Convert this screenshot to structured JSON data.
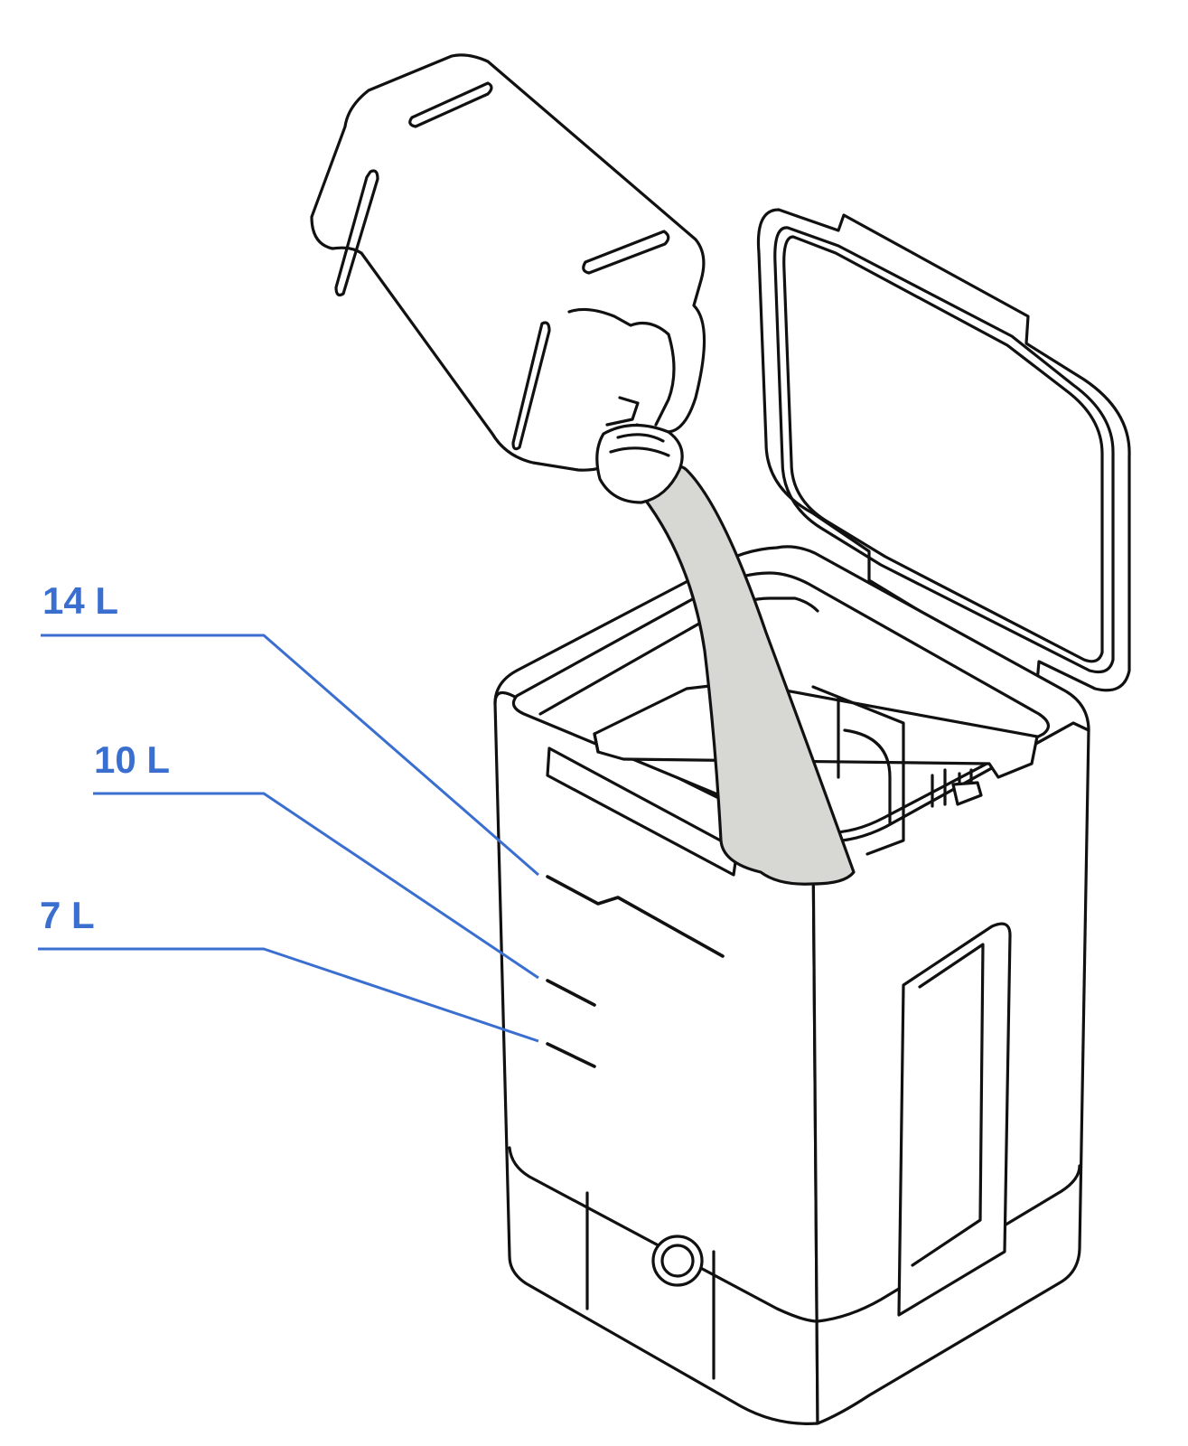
{
  "colors": {
    "callout": "#3A6FD0",
    "outline": "#111111",
    "liquid": "#D7D8D4",
    "background": "#FFFFFF"
  },
  "labels": {
    "level_14": "14 L",
    "level_10": "10 L",
    "level_7": "7 L"
  },
  "fill_levels_liters": [
    14,
    10,
    7
  ]
}
